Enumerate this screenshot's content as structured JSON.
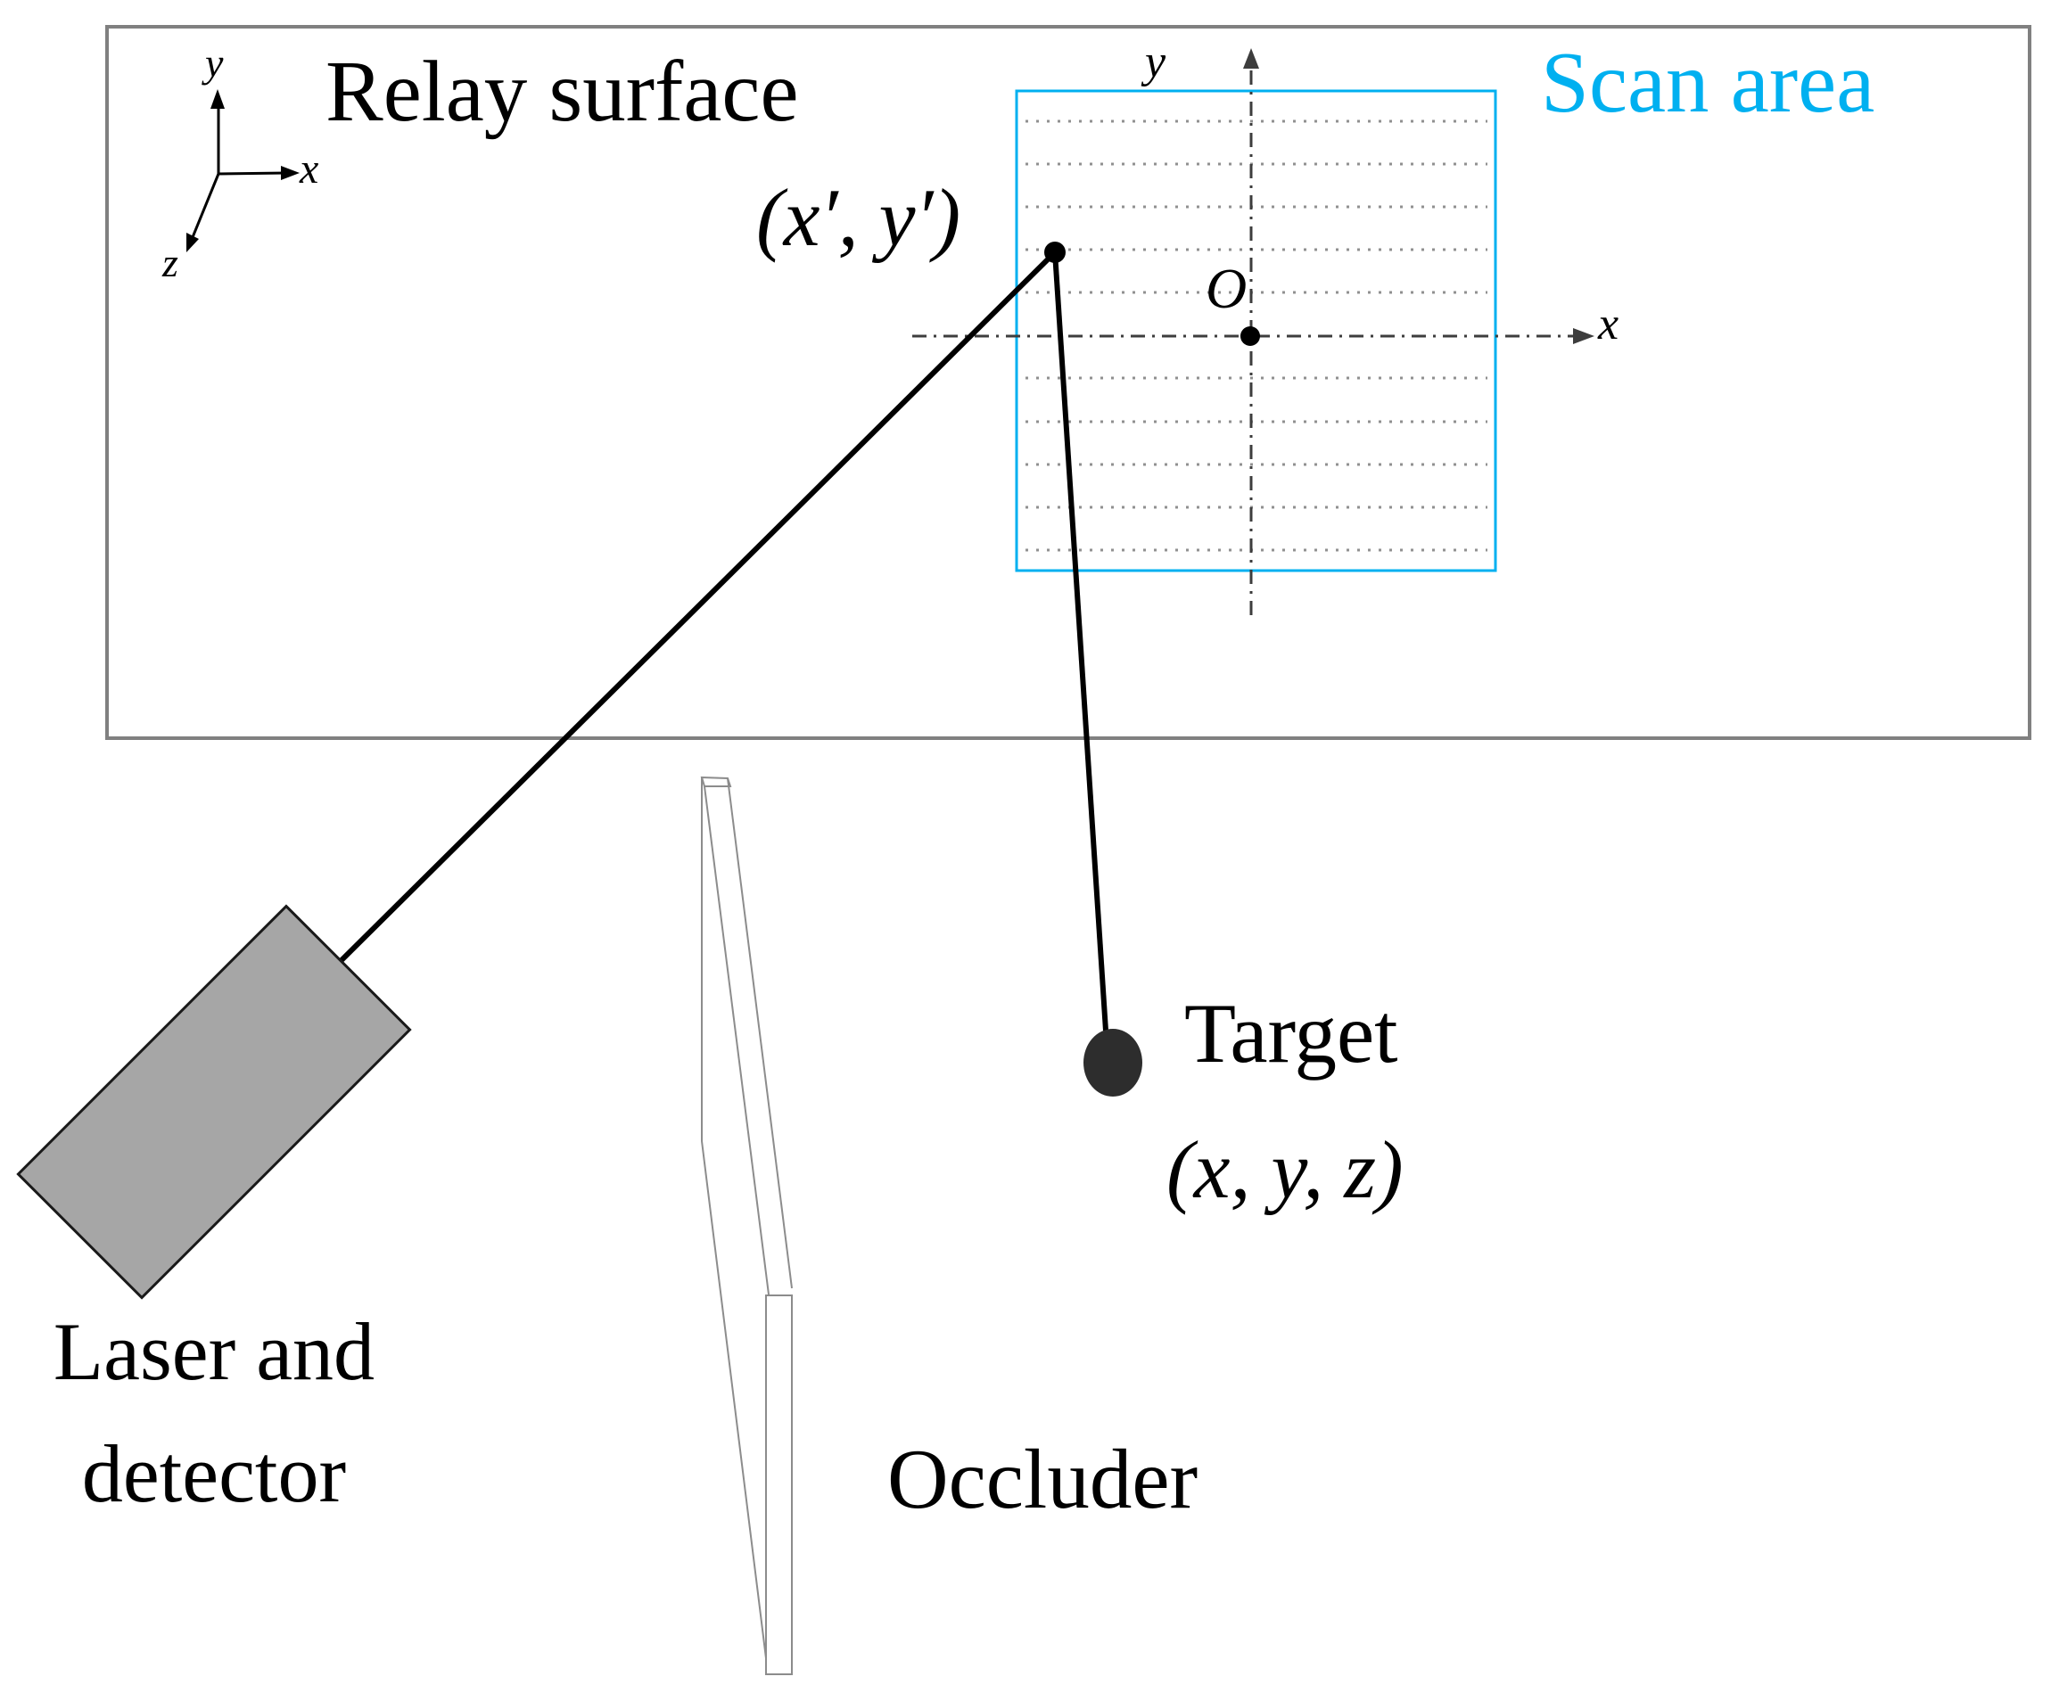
{
  "colors": {
    "scan_accent": "#00B0F0",
    "relay_border": "#808080",
    "grid_dotted": "#909090",
    "axis_dashdot": "#3d3d3d",
    "beam_black": "#000000",
    "laser_fill": "#A6A6A6",
    "laser_border": "#1a1a1a",
    "target_fill": "#2d2d2d",
    "occluder_stroke": "#8c8c8c"
  },
  "labels": {
    "relay_surface": "Relay surface",
    "scan_area": "Scan area",
    "scan_point_coords": "(x′, y′)",
    "origin": "O",
    "scan_axis_x": "x",
    "scan_axis_y": "y",
    "triad_axis_x": "x",
    "triad_axis_y": "y",
    "triad_axis_z": "z",
    "target": "Target",
    "target_coords": "(x, y, z)",
    "laser_line1": "Laser and",
    "laser_line2": "detector",
    "occluder": "Occluder"
  }
}
